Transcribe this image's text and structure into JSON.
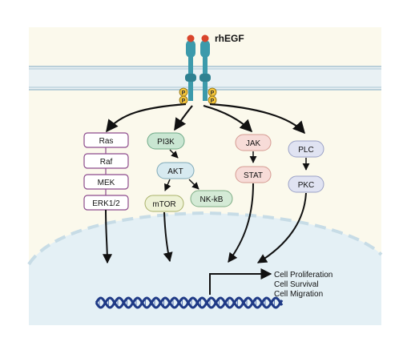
{
  "ligand": {
    "label": "rhEGF"
  },
  "phospho_label": "P",
  "nodes": {
    "ras": "Ras",
    "raf": "Raf",
    "mek": "MEK",
    "erk": "ERK1/2",
    "pi3k": "PI3K",
    "akt": "AKT",
    "mtor": "mTOR",
    "nfkb": "NK-kB",
    "jak": "JAK",
    "stat": "STAT",
    "plc": "PLC",
    "pkc": "PKC"
  },
  "outcomes": {
    "proliferation": "Cell Proliferation",
    "survival": "Cell Survival",
    "migration": "Cell Migration"
  },
  "colors": {
    "background": "#fbf9ec",
    "membrane": "#dce9f0",
    "nucleus": "#e6f1f5",
    "receptor": "#3c9aab",
    "ligand_dot": "#d9452c",
    "phospho": "#f3c43a",
    "ras_pathway_border": "#8c4a8c",
    "pi3k_fill": "#c9e6d2",
    "akt_fill": "#d7eaf0",
    "jak_fill": "#f7dcd8",
    "plc_fill": "#e0e3f2",
    "dna_strand": "#1f3a86"
  }
}
